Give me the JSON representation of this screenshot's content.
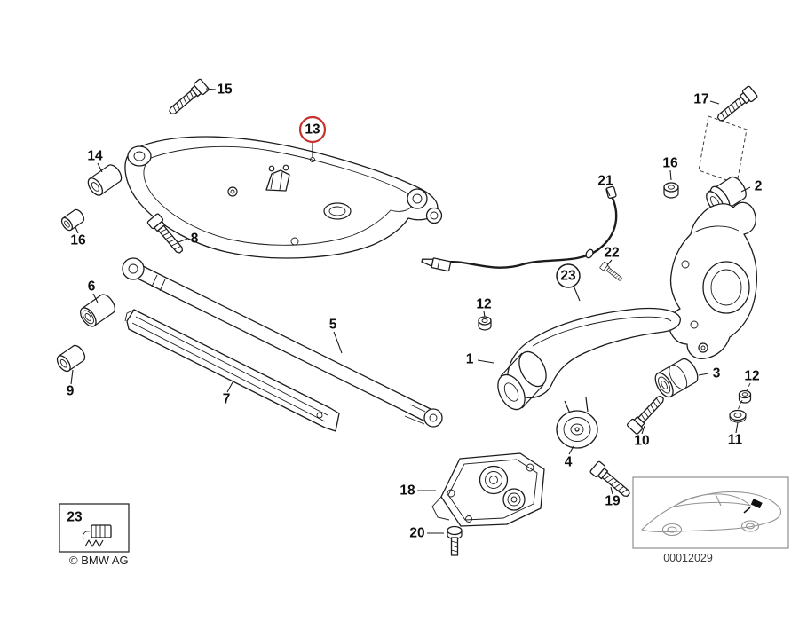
{
  "diagram": {
    "callouts": [
      {
        "id": "15",
        "label": "15"
      },
      {
        "id": "14",
        "label": "14"
      },
      {
        "id": "16-left",
        "label": "16"
      },
      {
        "id": "13",
        "label": "13",
        "highlighted": true
      },
      {
        "id": "8",
        "label": "8"
      },
      {
        "id": "6",
        "label": "6"
      },
      {
        "id": "9",
        "label": "9"
      },
      {
        "id": "5",
        "label": "5"
      },
      {
        "id": "7",
        "label": "7"
      },
      {
        "id": "17",
        "label": "17"
      },
      {
        "id": "2",
        "label": "2"
      },
      {
        "id": "16-right",
        "label": "16"
      },
      {
        "id": "21",
        "label": "21"
      },
      {
        "id": "22",
        "label": "22"
      },
      {
        "id": "23-circled",
        "label": "23"
      },
      {
        "id": "12-left",
        "label": "12"
      },
      {
        "id": "1",
        "label": "1"
      },
      {
        "id": "3",
        "label": "3"
      },
      {
        "id": "12-right",
        "label": "12"
      },
      {
        "id": "11",
        "label": "11"
      },
      {
        "id": "10",
        "label": "10"
      },
      {
        "id": "4",
        "label": "4"
      },
      {
        "id": "19",
        "label": "19"
      },
      {
        "id": "18",
        "label": "18"
      },
      {
        "id": "20",
        "label": "20"
      },
      {
        "id": "23-legend",
        "label": "23"
      }
    ],
    "footer": {
      "copyright": "© BMW AG",
      "image_number": "00012029"
    },
    "colors": {
      "highlight_ring": "#c8322e",
      "line": "#1c1c1c"
    }
  }
}
